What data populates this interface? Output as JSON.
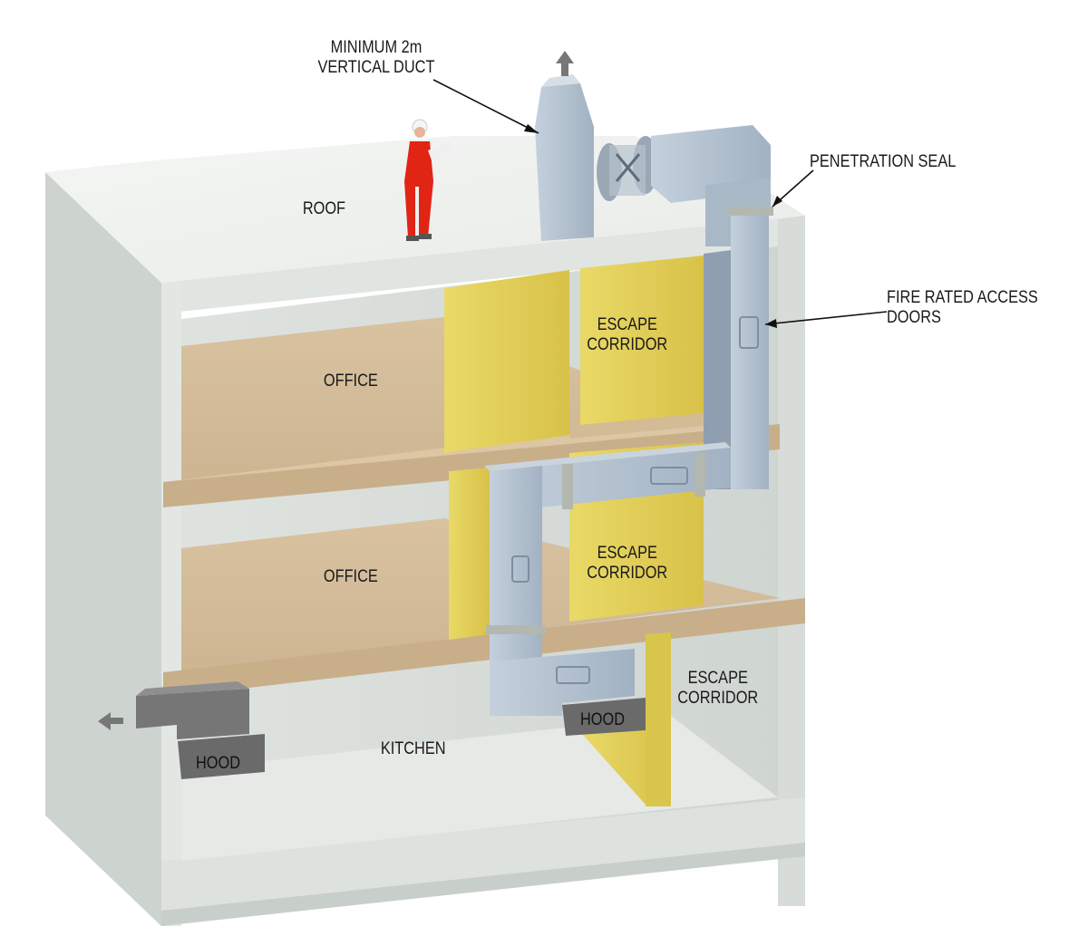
{
  "labels": {
    "min_duct": [
      "MINIMUM 2m",
      "VERTICAL DUCT"
    ],
    "roof": "ROOF",
    "penetration_seal": "PENETRATION SEAL",
    "fire_access": [
      "FIRE RATED ACCESS",
      "DOORS"
    ],
    "office_upper": "OFFICE",
    "office_lower": "OFFICE",
    "escape_upper": [
      "ESCAPE",
      "CORRIDOR"
    ],
    "escape_middle": [
      "ESCAPE",
      "CORRIDOR"
    ],
    "escape_lower": [
      "ESCAPE",
      "CORRIDOR"
    ],
    "kitchen": "KITCHEN",
    "hood_left": "HOOD",
    "hood_right": "HOOD"
  },
  "colors": {
    "concrete": "#e4e8e4",
    "concrete_shadow": "#c9cfcb",
    "floor_slab": "#d9c3a2",
    "corridor_wall": "#e2cf55",
    "duct": "#b3c1cf",
    "duct_shadow": "#94a4b5",
    "hood": "#6e6e6e",
    "worker": "#e02515"
  },
  "icons": [
    "exhaust-arrow-up-icon",
    "exhaust-arrow-left-icon",
    "worker-figure-icon",
    "fan-icon"
  ]
}
